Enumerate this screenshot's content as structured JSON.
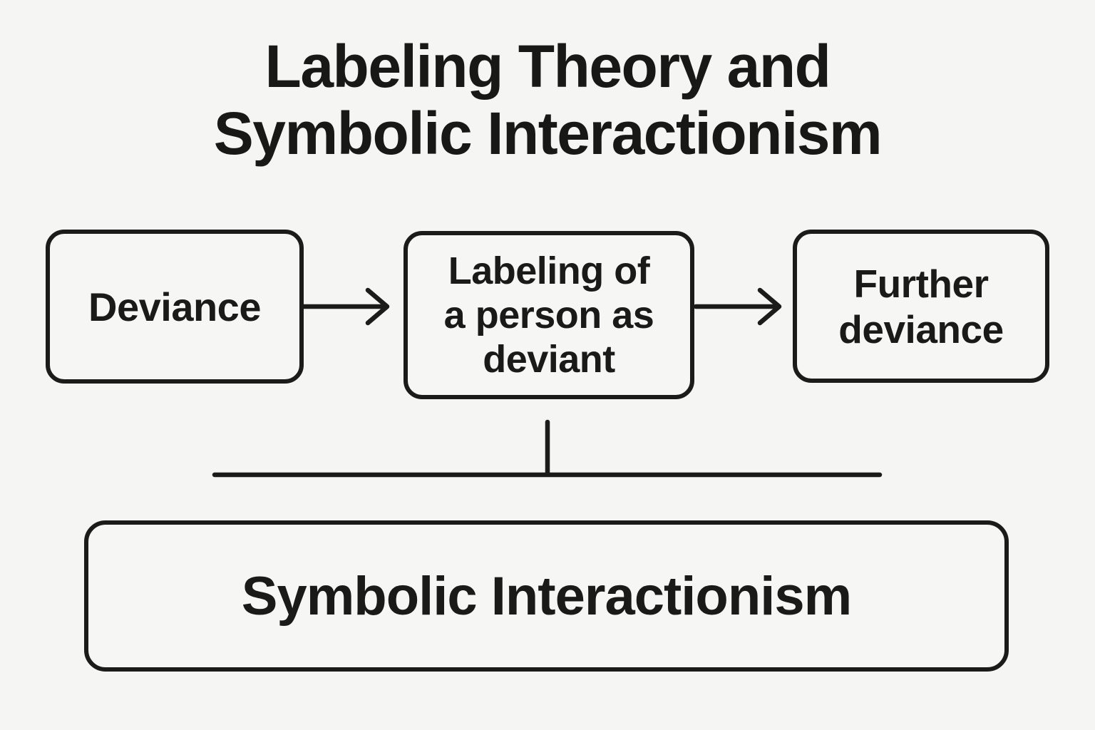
{
  "page": {
    "background_color": "#f5f5f3",
    "ink_color": "#1b1b19"
  },
  "title": {
    "text": "Labeling Theory and\nSymbolic Interactionism"
  },
  "diagram": {
    "nodes": {
      "deviance": {
        "label": "Deviance"
      },
      "labeling": {
        "label": "Labeling of\na person as\ndeviant"
      },
      "further": {
        "label": "Further\ndeviance"
      },
      "symbolic": {
        "label": "Symbolic Interactionism"
      }
    },
    "connections": [
      {
        "from": "deviance",
        "to": "labeling",
        "type": "arrow-right"
      },
      {
        "from": "labeling",
        "to": "further",
        "type": "arrow-right"
      },
      {
        "from": "labeling",
        "to": "symbolic",
        "type": "bracket-down"
      }
    ]
  }
}
